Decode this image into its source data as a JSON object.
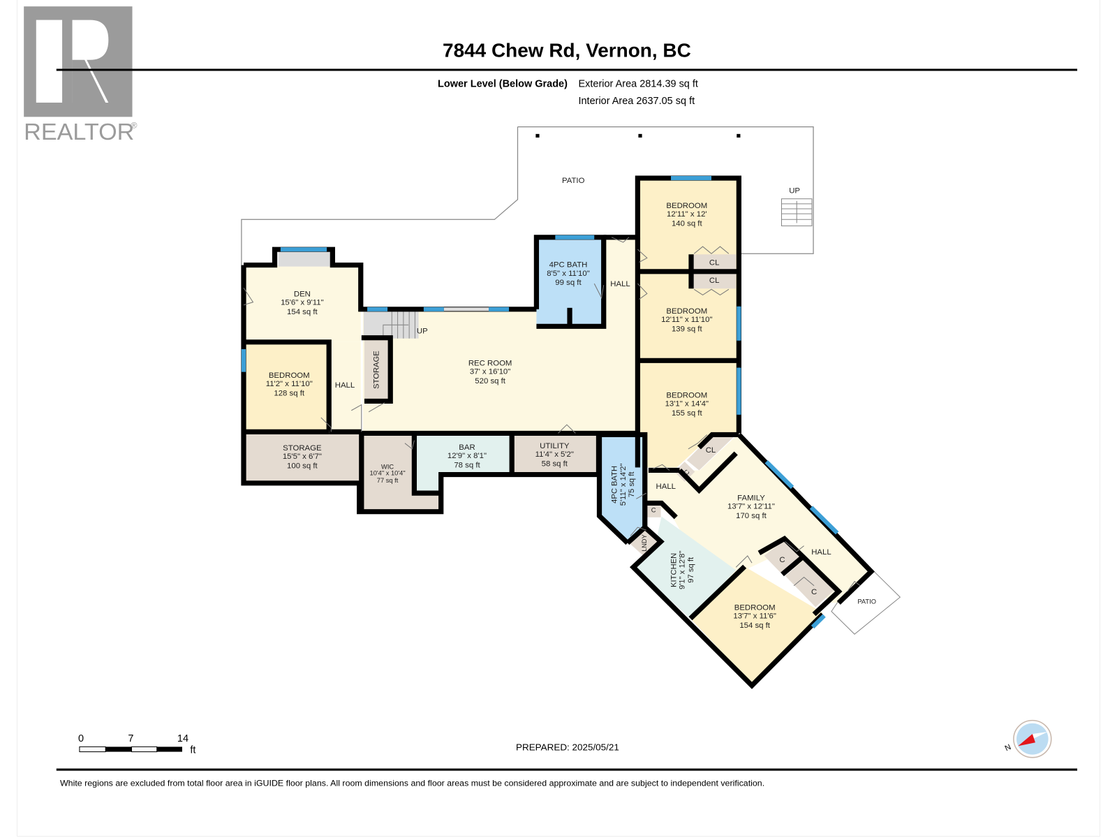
{
  "header": {
    "title": "7844 Chew Rd, Vernon, BC",
    "level": "Lower Level (Below Grade)",
    "exterior_area": "Exterior Area 2814.39 sq ft",
    "interior_area": "Interior Area 2637.05 sq ft"
  },
  "logo": {
    "text": "REALTOR",
    "mark": "®",
    "letter": "R"
  },
  "rooms": {
    "den": {
      "name": "DEN",
      "dims": "15'6\" x 9'11\"",
      "area": "154 sq ft"
    },
    "bedroom_w": {
      "name": "BEDROOM",
      "dims": "11'2\" x 11'10\"",
      "area": "128 sq ft"
    },
    "hall_w": {
      "name": "HALL"
    },
    "storage_small": {
      "name": "STORAGE"
    },
    "storage": {
      "name": "STORAGE",
      "dims": "15'5\" x 6'7\"",
      "area": "100 sq ft"
    },
    "wic": {
      "name": "WIC",
      "dims": "10'4\" x 10'4\"",
      "area": "77 sq ft"
    },
    "bar": {
      "name": "BAR",
      "dims": "12'9\" x 8'1\"",
      "area": "78 sq ft"
    },
    "utility": {
      "name": "UTILITY",
      "dims": "11'4\" x 5'2\"",
      "area": "58 sq ft"
    },
    "rec_room": {
      "name": "REC ROOM",
      "dims": "37' x 16'10\"",
      "area": "520 sq ft"
    },
    "stairs_up": {
      "name": "UP"
    },
    "bath_1": {
      "name": "4PC BATH",
      "dims": "8'5\" x 11'10\"",
      "area": "99 sq ft"
    },
    "hall_n": {
      "name": "HALL"
    },
    "bedroom_ne1": {
      "name": "BEDROOM",
      "dims": "12'11\" x 12'",
      "area": "140 sq ft"
    },
    "cl_1": {
      "name": "CL"
    },
    "cl_2": {
      "name": "CL"
    },
    "bedroom_ne2": {
      "name": "BEDROOM",
      "dims": "12'11\" x 11'10\"",
      "area": "139 sq ft"
    },
    "bedroom_e": {
      "name": "BEDROOM",
      "dims": "13'1\" x 14'4\"",
      "area": "155 sq ft"
    },
    "cl_3": {
      "name": "CL"
    },
    "c_1": {
      "name": "C"
    },
    "bath_2": {
      "name": "4PC BATH",
      "dims": "5'11\" x 14'2\"",
      "area": "75 sq ft"
    },
    "hall_s": {
      "name": "HALL"
    },
    "c_2": {
      "name": "C"
    },
    "lndy": {
      "name": "LNDY"
    },
    "family": {
      "name": "FAMILY",
      "dims": "13'7\" x 12'11\"",
      "area": "170 sq ft"
    },
    "kitchen": {
      "name": "KITCHEN",
      "dims": "9'1\" x 12'8\"",
      "area": "97 sq ft"
    },
    "hall_se": {
      "name": "HALL"
    },
    "c_3": {
      "name": "C"
    },
    "c_4": {
      "name": "C"
    },
    "bedroom_s": {
      "name": "BEDROOM",
      "dims": "13'7\" x 11'6\"",
      "area": "154 sq ft"
    },
    "patio_n": {
      "name": "PATIO"
    },
    "patio_n_up": {
      "name": "UP"
    },
    "patio_se": {
      "name": "PATIO"
    }
  },
  "scale": {
    "t0": "0",
    "t1": "7",
    "t2": "14",
    "unit": "ft"
  },
  "prepared": "PREPARED: 2025/05/21",
  "compass": {
    "label": "N"
  },
  "footer": "White regions are excluded from total floor area in iGUIDE floor plans. All room dimensions and floor areas must be considered approximate and are subject to independent verification.",
  "colors": {
    "bedroom": "#fdf0c8",
    "living": "#fdf8e1",
    "bath": "#bde0f7",
    "storage": "#e4dbd1",
    "bar": "#e2f1ee",
    "window": "#3c9fd6",
    "logo_gray": "#9b9b9b"
  }
}
